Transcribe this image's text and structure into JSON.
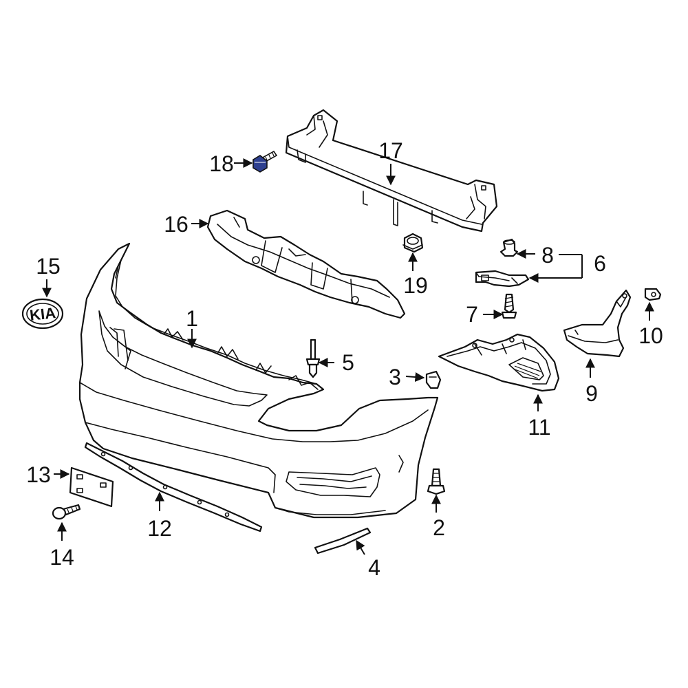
{
  "highlight_color": "#2d3f8f",
  "line_color": "#111111",
  "badge": {
    "text": "KIA"
  },
  "callouts": [
    {
      "id": "1",
      "label": "1"
    },
    {
      "id": "2",
      "label": "2"
    },
    {
      "id": "3",
      "label": "3"
    },
    {
      "id": "4",
      "label": "4"
    },
    {
      "id": "5",
      "label": "5"
    },
    {
      "id": "6",
      "label": "6"
    },
    {
      "id": "7",
      "label": "7"
    },
    {
      "id": "8",
      "label": "8"
    },
    {
      "id": "9",
      "label": "9"
    },
    {
      "id": "10",
      "label": "10"
    },
    {
      "id": "11",
      "label": "11"
    },
    {
      "id": "12",
      "label": "12"
    },
    {
      "id": "13",
      "label": "13"
    },
    {
      "id": "14",
      "label": "14"
    },
    {
      "id": "15",
      "label": "15"
    },
    {
      "id": "16",
      "label": "16"
    },
    {
      "id": "17",
      "label": "17"
    },
    {
      "id": "18",
      "label": "18"
    },
    {
      "id": "19",
      "label": "19"
    }
  ]
}
